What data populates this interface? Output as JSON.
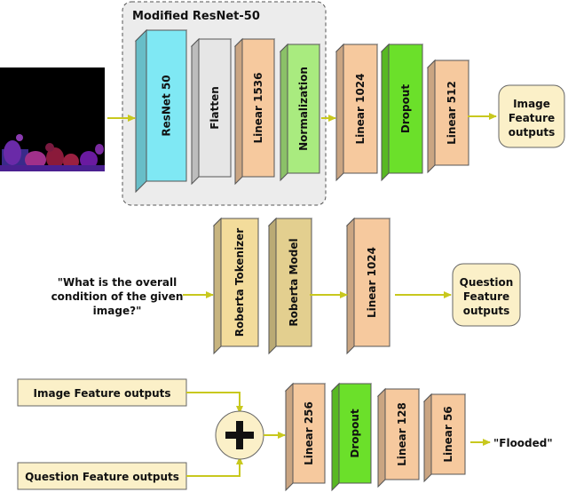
{
  "colors": {
    "arrow": "#c8c81e",
    "cyan": "#7fe8f4",
    "gray": "#e6e6e6",
    "peach": "#f6c99e",
    "green_light": "#a9eb7f",
    "green": "#6be02a",
    "tan": "#f3dc9b",
    "khaki": "#e3cf8f",
    "output_box": "#fbf0c8",
    "dashed_box": "#ececec"
  },
  "image_branch": {
    "group_title": "Modified ResNet-50",
    "blocks": [
      "ResNet 50",
      "Flatten",
      "Linear 1536",
      "Normalization",
      "Linear 1024",
      "Dropout",
      "Linear 512"
    ],
    "output": [
      "Image",
      "Feature",
      "outputs"
    ]
  },
  "question_branch": {
    "question": [
      "\"What is the overall",
      "condition of the given",
      "image?\""
    ],
    "blocks": [
      "Roberta Tokenizer",
      "Roberta Model",
      "Linear 1024"
    ],
    "output": [
      "Question",
      "Feature",
      "outputs"
    ]
  },
  "fusion_branch": {
    "inputs": [
      "Image Feature outputs",
      "Question Feature outputs"
    ],
    "operator": "+",
    "blocks": [
      "Linear 256",
      "Dropout",
      "Linear 128",
      "Linear 56"
    ],
    "result": "\"Flooded\""
  }
}
